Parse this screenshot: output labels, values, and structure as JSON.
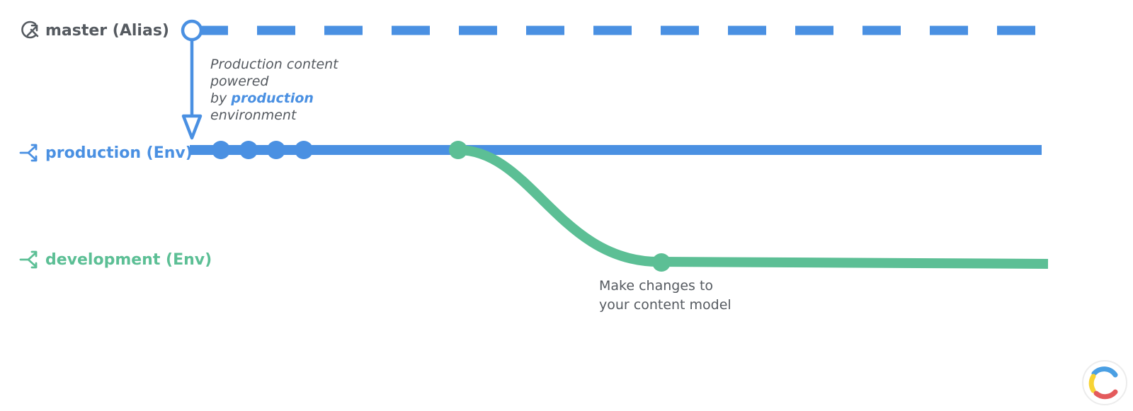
{
  "colors": {
    "production": "#4a90e2",
    "development": "#5cbf95",
    "master": "#555a60",
    "note_text": "#555a60",
    "logo_blue": "#4a9fe3",
    "logo_yellow": "#f7d334",
    "logo_red": "#e45a5c"
  },
  "lanes": {
    "master": {
      "label": "master (Alias)",
      "icon": "alias-icon"
    },
    "production": {
      "label": "production (Env)",
      "icon": "environment-branch-icon"
    },
    "development": {
      "label": "development (Env)",
      "icon": "environment-branch-icon"
    }
  },
  "annotations": {
    "alias_note": {
      "line1": "Production content",
      "line2": "powered",
      "line3_prefix": "by ",
      "line3_highlight": "production",
      "line4": "environment"
    },
    "dev_note": {
      "line1": "Make changes to",
      "line2": "your content model"
    }
  },
  "logo": {
    "name": "contentful-logo"
  }
}
